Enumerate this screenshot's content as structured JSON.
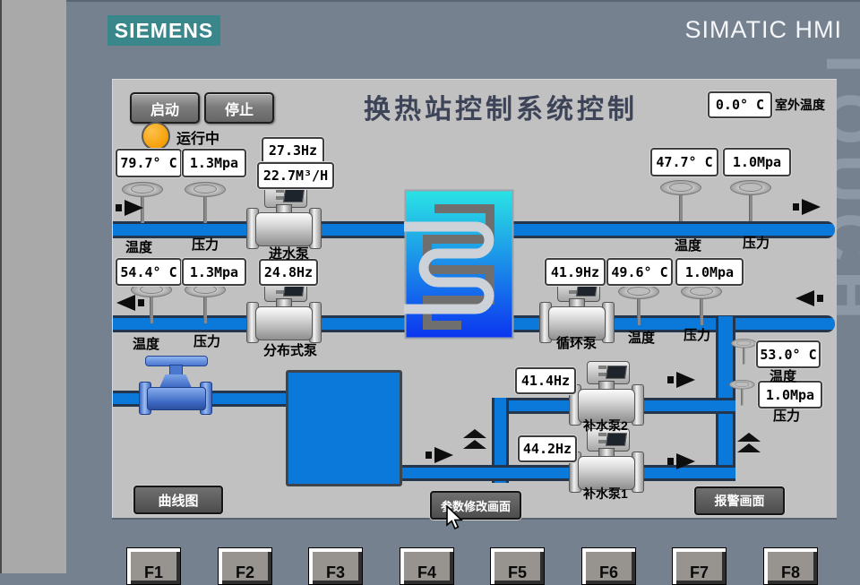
{
  "header": {
    "brand": "SIEMENS",
    "product": "SIMATIC HMI",
    "bezel_text": "TOUCH"
  },
  "panel": {
    "title": "换热站控制系统控制",
    "buttons": {
      "start": "启动",
      "stop": "停止",
      "curve": "曲线图",
      "params": "参数修改画面",
      "alarm": "报警画面"
    },
    "status": {
      "running": "运行中"
    },
    "outdoor": {
      "value": "0.0° C",
      "label": "室外温度"
    },
    "readouts": {
      "supply_temp": "79.7° C",
      "supply_pressure": "1.3Mpa",
      "inlet_pump_freq": "27.3Hz",
      "flow": "22.7M³/H",
      "sec_supply_temp": "47.7° C",
      "sec_supply_pressure": "1.0Mpa",
      "return_temp": "54.4° C",
      "return_pressure": "1.3Mpa",
      "dist_pump_freq": "24.8Hz",
      "circ_pump_freq": "41.9Hz",
      "sec_return_temp": "49.6° C",
      "sec_return_pressure": "1.0Mpa",
      "makeup_temp": "53.0° C",
      "makeup_pressure": "1.0Mpa",
      "makeup_pump2_freq": "41.4Hz",
      "makeup_pump1_freq": "44.2Hz"
    },
    "labels": {
      "temp": "温度",
      "pressure": "压力",
      "inlet_pump": "进水泵",
      "dist_pump": "分布式泵",
      "circ_pump": "循环泵",
      "makeup_pump2": "补水泵2",
      "makeup_pump1": "补水泵1"
    }
  },
  "fkeys": [
    "F1",
    "F2",
    "F3",
    "F4",
    "F5",
    "F6",
    "F7",
    "F8"
  ],
  "colors": {
    "pipe_blue": "#0b79da",
    "siemens_teal": "#39878b",
    "frame": "#75818f",
    "screen_bg": "#c1c1c1",
    "led_orange": "#f5a31e"
  }
}
